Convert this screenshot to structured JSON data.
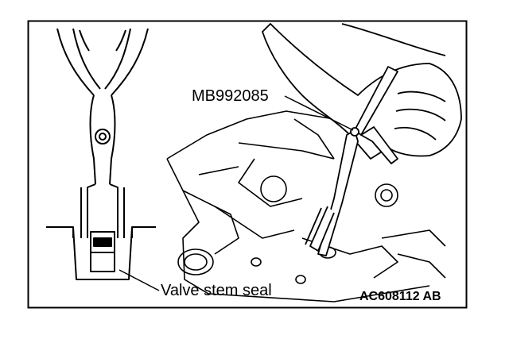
{
  "labels": {
    "tool": "MB992085",
    "seal": "Valve stem seal",
    "figure_id": "AC608112 AB"
  },
  "colors": {
    "line": "#000000",
    "background": "#ffffff"
  }
}
